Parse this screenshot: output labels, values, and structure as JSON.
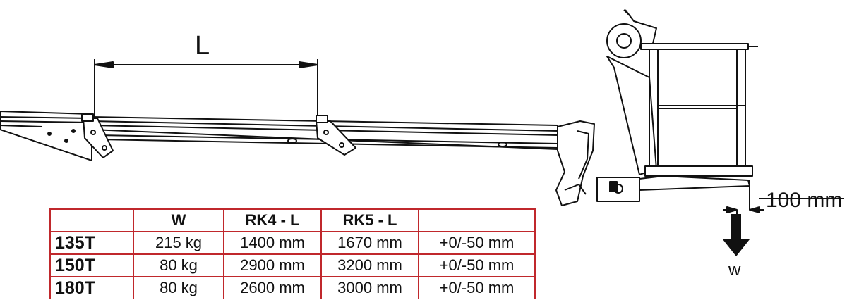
{
  "dimension_label": "L",
  "offset_label": "100 mm",
  "load_label": "w",
  "table": {
    "headers": [
      "",
      "W",
      "RK4 - L",
      "RK5 - L",
      ""
    ],
    "rows": [
      [
        "135T",
        "215 kg",
        "1400 mm",
        "1670 mm",
        "+0/-50 mm"
      ],
      [
        "150T",
        "80 kg",
        "2900 mm",
        "3200 mm",
        "+0/-50 mm"
      ],
      [
        "180T",
        "80 kg",
        "2600 mm",
        "3000 mm",
        "+0/-50 mm"
      ]
    ]
  },
  "colors": {
    "table_border": "#c0282c",
    "line": "#111111"
  }
}
